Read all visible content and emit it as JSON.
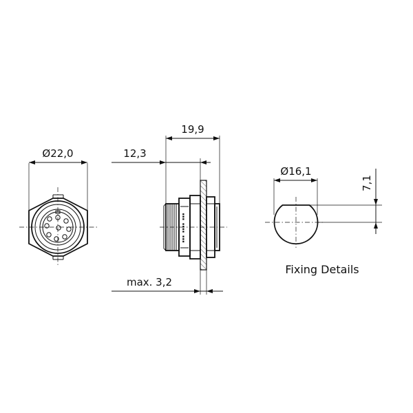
{
  "dimensions": {
    "front_diameter": "Ø22,0",
    "side_total_length": "19,9",
    "side_front_length": "12,3",
    "panel_thickness": "max. 3,2",
    "cutout_diameter": "Ø16,1",
    "cutout_flat": "7,1"
  },
  "labels": {
    "fixing_details": "Fixing Details"
  },
  "icons": {
    "front_view": "connector-front-view-icon",
    "side_view": "connector-side-view-icon",
    "cutout": "panel-cutout-icon"
  }
}
